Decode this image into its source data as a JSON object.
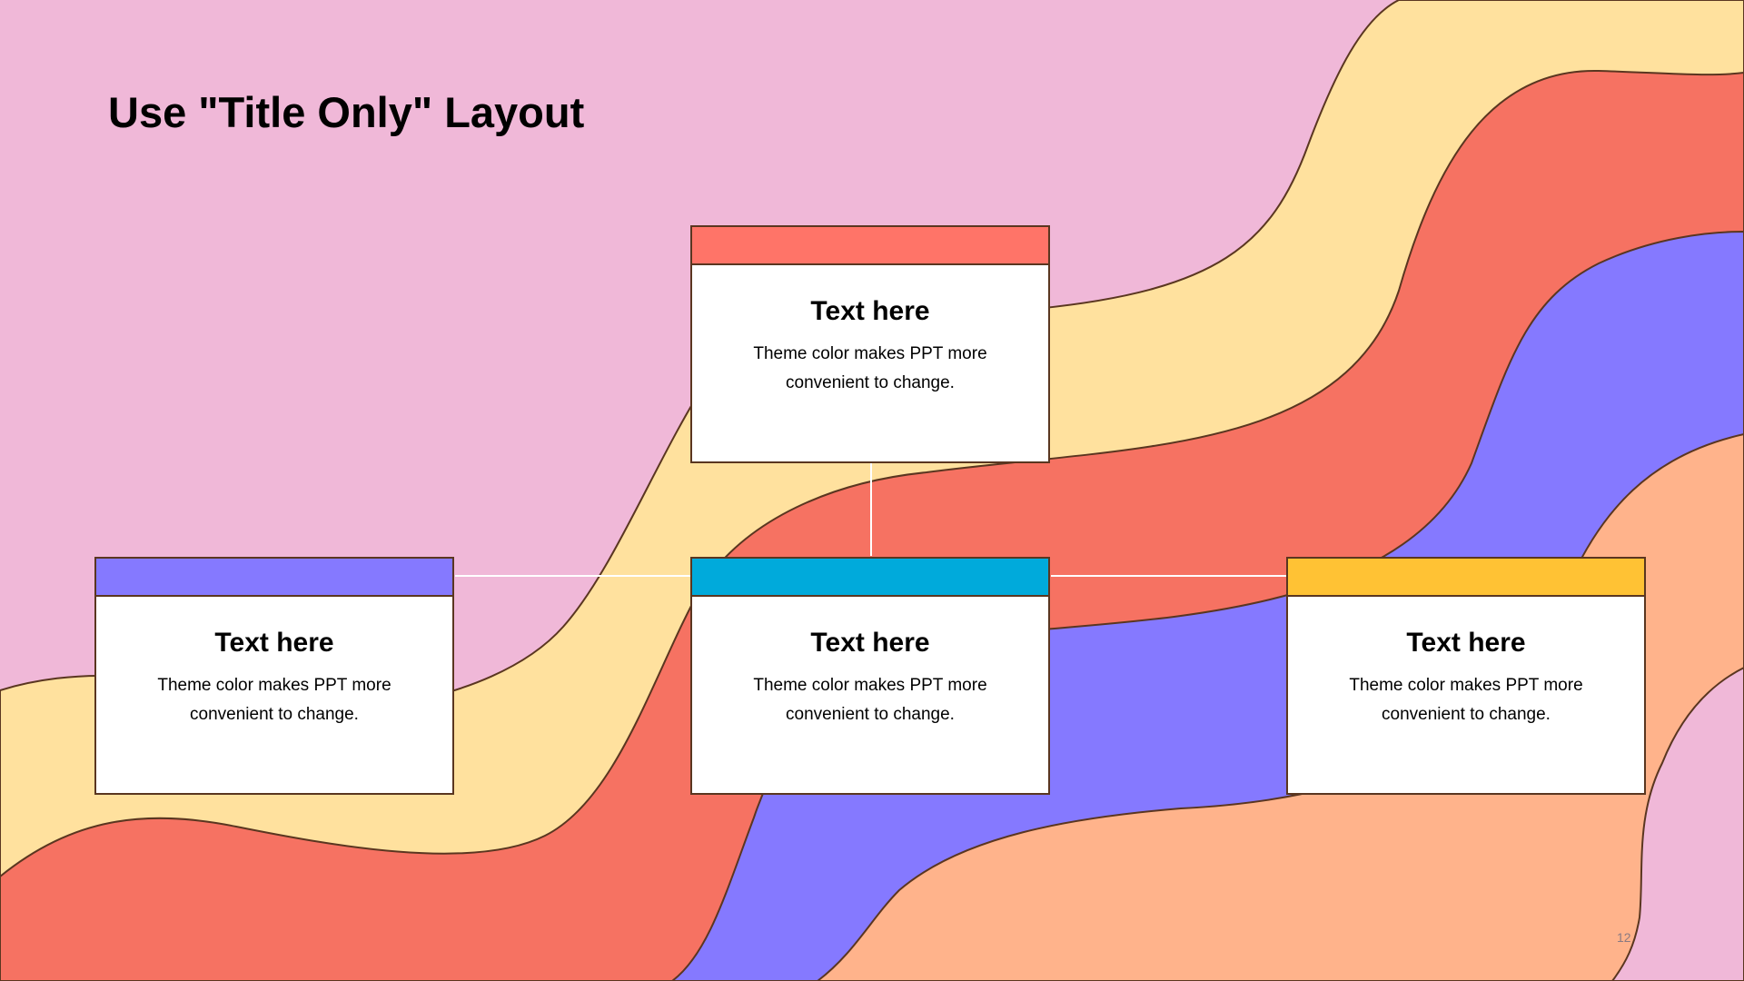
{
  "slide": {
    "title": "Use \"Title Only\" Layout",
    "page_number": "12"
  },
  "colors": {
    "background": "#F0B8D8",
    "wave_yellow": "#FFE19E",
    "wave_red": "#F67262",
    "wave_purple": "#8579FF",
    "wave_peach": "#FFB38B",
    "outline": "#5A3620",
    "connector": "#FFFFFF"
  },
  "cards": [
    {
      "id": "top",
      "header_color": "#FF7468",
      "title": "Text here",
      "line1": "Theme color makes PPT more",
      "line2": "convenient  to change."
    },
    {
      "id": "left",
      "header_color": "#8579FF",
      "title": "Text here",
      "line1": "Theme color makes PPT more",
      "line2": "convenient  to change."
    },
    {
      "id": "center",
      "header_color": "#00AADB",
      "title": "Text here",
      "line1": "Theme color makes PPT more",
      "line2": "convenient  to change."
    },
    {
      "id": "right",
      "header_color": "#FFC234",
      "title": "Text here",
      "line1": "Theme color makes PPT more",
      "line2": "convenient  to change."
    }
  ]
}
